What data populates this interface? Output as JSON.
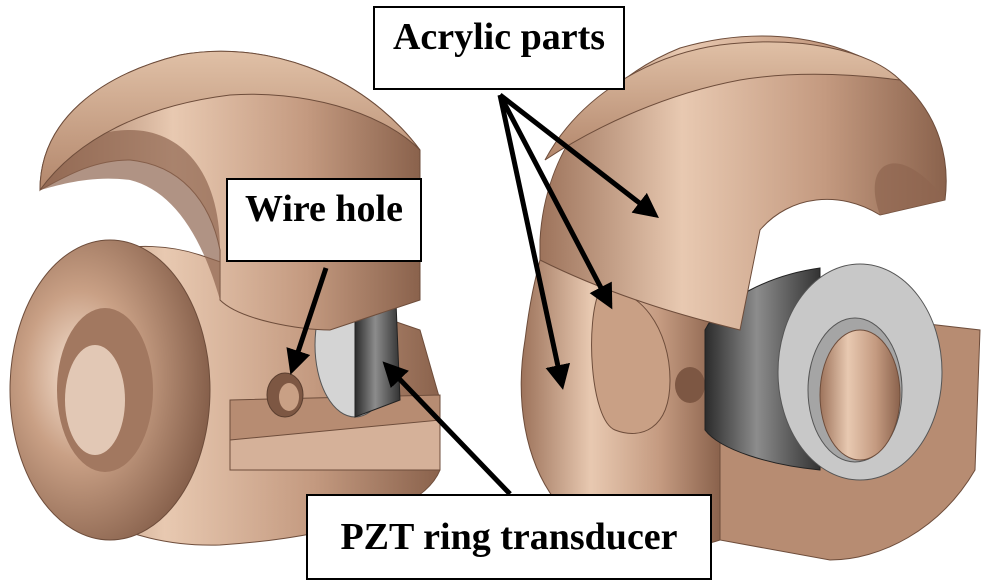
{
  "labels": {
    "acrylic_parts": "Acrylic parts",
    "wire_hole": "Wire hole",
    "pzt_ring_transducer": "PZT ring transducer"
  },
  "colors": {
    "acrylic": "#c49a80",
    "acrylic_light": "#efd6c2",
    "acrylic_dark": "#8a624c",
    "pzt_metal": "#4a4a4a",
    "pzt_face": "#c8c8c8",
    "arrow": "#000000"
  }
}
